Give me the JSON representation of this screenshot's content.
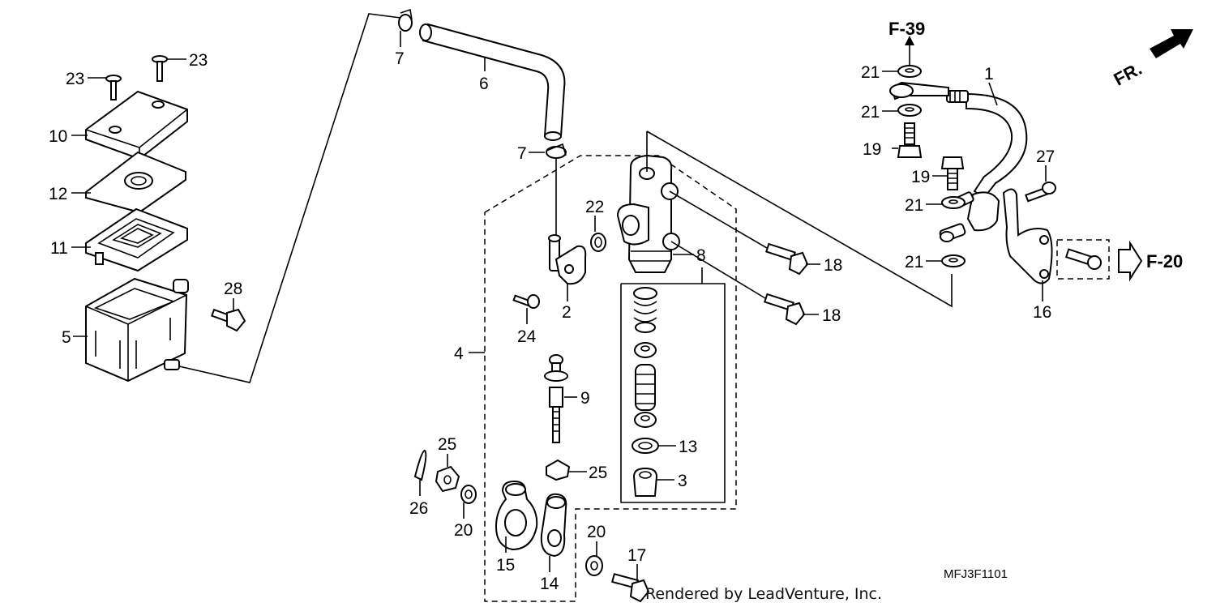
{
  "callouts": {
    "c1": "1",
    "c2": "2",
    "c3": "3",
    "c4": "4",
    "c5": "5",
    "c6": "6",
    "c7a": "7",
    "c7b": "7",
    "c8": "8",
    "c9": "9",
    "c10": "10",
    "c11": "11",
    "c12": "12",
    "c13": "13",
    "c14": "14",
    "c15": "15",
    "c16": "16",
    "c17": "17",
    "c18a": "18",
    "c18b": "18",
    "c19a": "19",
    "c19b": "19",
    "c20a": "20",
    "c20b": "20",
    "c21a": "21",
    "c21b": "21",
    "c21c": "21",
    "c21d": "21",
    "c22": "22",
    "c23a": "23",
    "c23b": "23",
    "c24": "24",
    "c25a": "25",
    "c25b": "25",
    "c26": "26",
    "c27": "27",
    "c28": "28"
  },
  "references": {
    "top": "F-39",
    "right": "F-20"
  },
  "direction": "FR.",
  "diagram_code": "MFJ3F1101",
  "credit": "Rendered by LeadVenture, Inc."
}
